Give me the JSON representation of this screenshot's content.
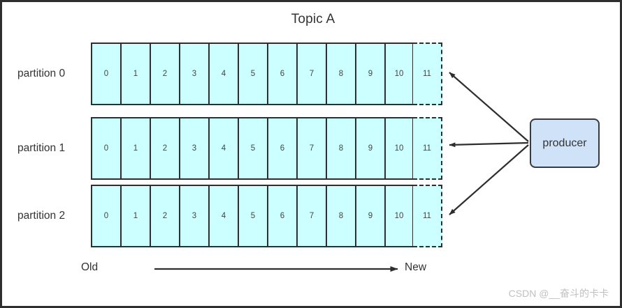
{
  "diagram": {
    "title": "Topic A",
    "colors": {
      "segment_fill": "#ccffff",
      "segment_border": "#2e2e2e",
      "producer_fill": "#cfe2f7",
      "producer_border": "#3a3a3a",
      "text": "#333333",
      "watermark": "#c0c0c0"
    }
  },
  "partitions": [
    {
      "label": "partition 0",
      "offsets": [
        "0",
        "1",
        "2",
        "3",
        "4",
        "5",
        "6",
        "7",
        "8",
        "9",
        "10"
      ],
      "pending_offset": "11"
    },
    {
      "label": "partition 1",
      "offsets": [
        "0",
        "1",
        "2",
        "3",
        "4",
        "5",
        "6",
        "7",
        "8",
        "9",
        "10"
      ],
      "pending_offset": "11"
    },
    {
      "label": "partition 2",
      "offsets": [
        "0",
        "1",
        "2",
        "3",
        "4",
        "5",
        "6",
        "7",
        "8",
        "9",
        "10"
      ],
      "pending_offset": "11"
    }
  ],
  "producer": {
    "label": "producer"
  },
  "axis": {
    "old_label": "Old",
    "new_label": "New"
  },
  "watermark": {
    "text": "CSDN @__奋斗的卡卡"
  }
}
